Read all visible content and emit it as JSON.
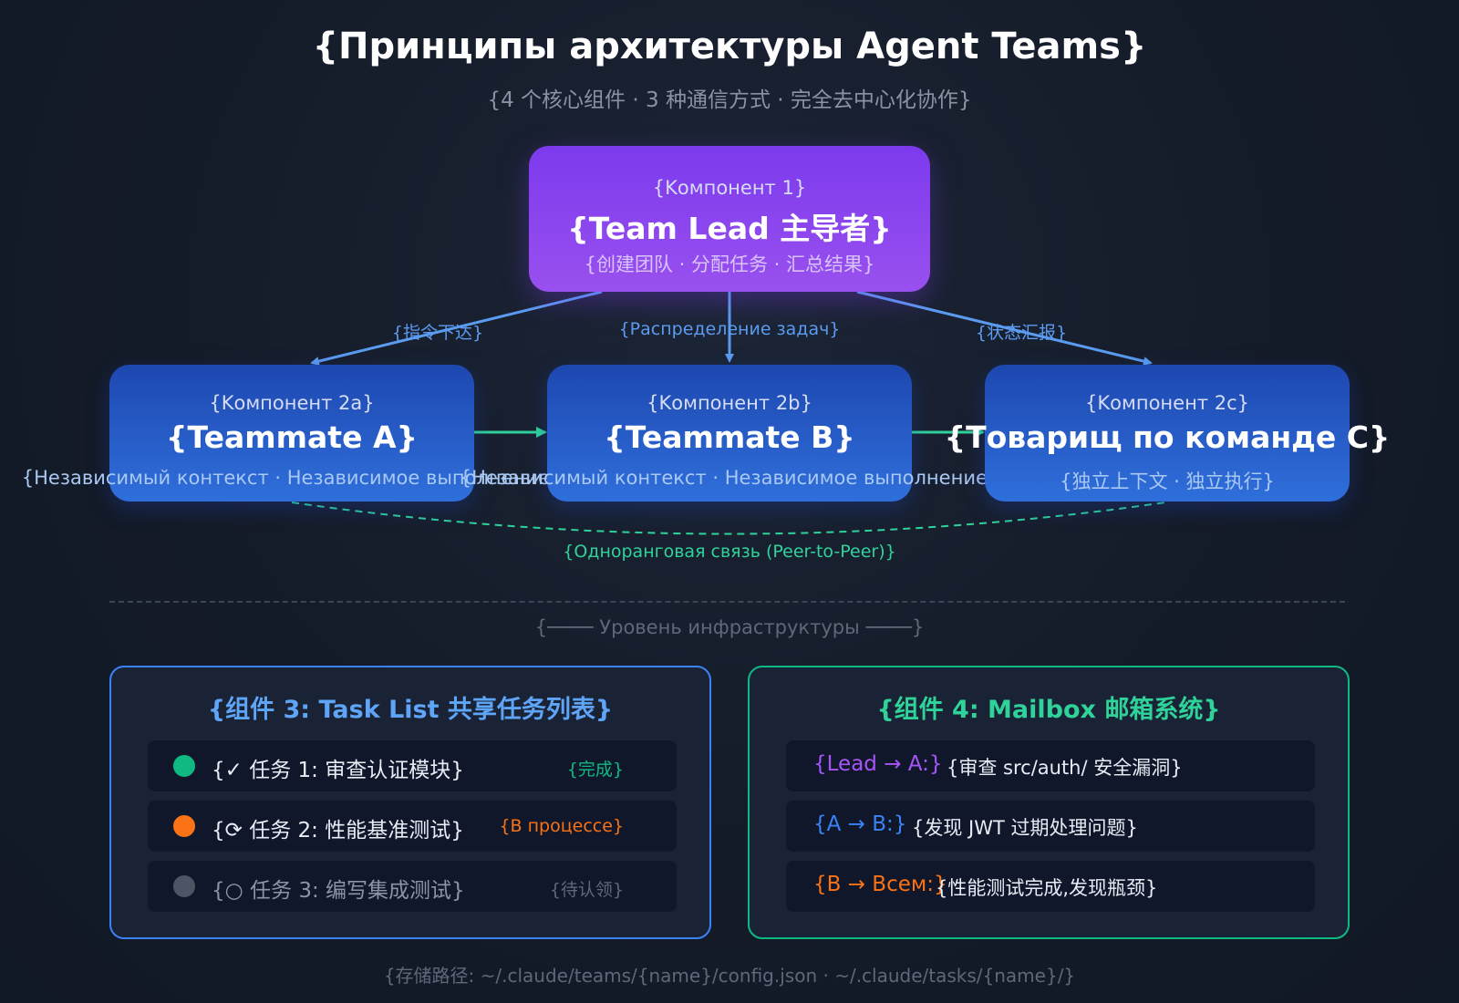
{
  "header": {
    "title": "{Принципы архитектуры Agent Teams}",
    "subtitle": "{4 个核心组件 · 3 种通信方式 · 完全去中心化协作}"
  },
  "lead": {
    "label": "{Kомпонент 1}",
    "title": "{Team Lead 主导者}",
    "desc": "{创建团队 · 分配任务 · 汇总结果}"
  },
  "edges": {
    "to_a": "{指令下达}",
    "to_b": "{Распределение задач}",
    "to_c": "{状态汇报}",
    "peer": "{Одноранговая связь (Peer-to-Peer)}"
  },
  "teammates": [
    {
      "label": "{Kомпонент 2a}",
      "title": "{Teammate A}",
      "desc": "{Независимый контекст · Независимое выполнение}"
    },
    {
      "label": "{Kомпонент 2b}",
      "title": "{Teammate B}",
      "desc": "{Независимый контекст · Независимое выполнение}"
    },
    {
      "label": "{Kомпонент 2c}",
      "title": "{Товарищ по команде C}",
      "desc": "{独立上下文 · 独立执行}"
    }
  ],
  "infra_label": "{──── Уровень инфраструктуры ────}",
  "task_panel": {
    "title": "{组件 3: Task List 共享任务列表}",
    "items": [
      {
        "text": "{✓ 任务 1: 审查认证模块}",
        "status": "{完成}",
        "color": "#10b981",
        "status_color": "#10b981"
      },
      {
        "text": "{⟳ 任务 2: 性能基准测试}",
        "status": "{В процессе}",
        "color": "#f97316",
        "status_color": "#f97316"
      },
      {
        "text": "{○ 任务 3: 编写集成测试}",
        "status": "{待认领}",
        "color": "#4b5563",
        "status_color": "#5e687a"
      }
    ]
  },
  "mail_panel": {
    "title": "{组件 4: Mailbox 邮箱系统}",
    "items": [
      {
        "from": "{Lead → A:}",
        "msg": "{审查 src/auth/ 安全漏洞}",
        "color": "#a855f7"
      },
      {
        "from": "{A → B:}",
        "msg": "{发现 JWT 过期处理问题}",
        "color": "#3b82f6"
      },
      {
        "from": "{B → Всем:}",
        "msg": "{性能测试完成,发现瓶颈}",
        "color": "#f97316"
      }
    ]
  },
  "footer": "{存储路径: ~/.claude/teams/{name}/config.json · ~/.claude/tasks/{name}/}",
  "colors": {
    "lead": "#7c3aed",
    "teammate": "#2563eb",
    "edge": "#5b9bf0",
    "peer": "#2fd39a"
  }
}
